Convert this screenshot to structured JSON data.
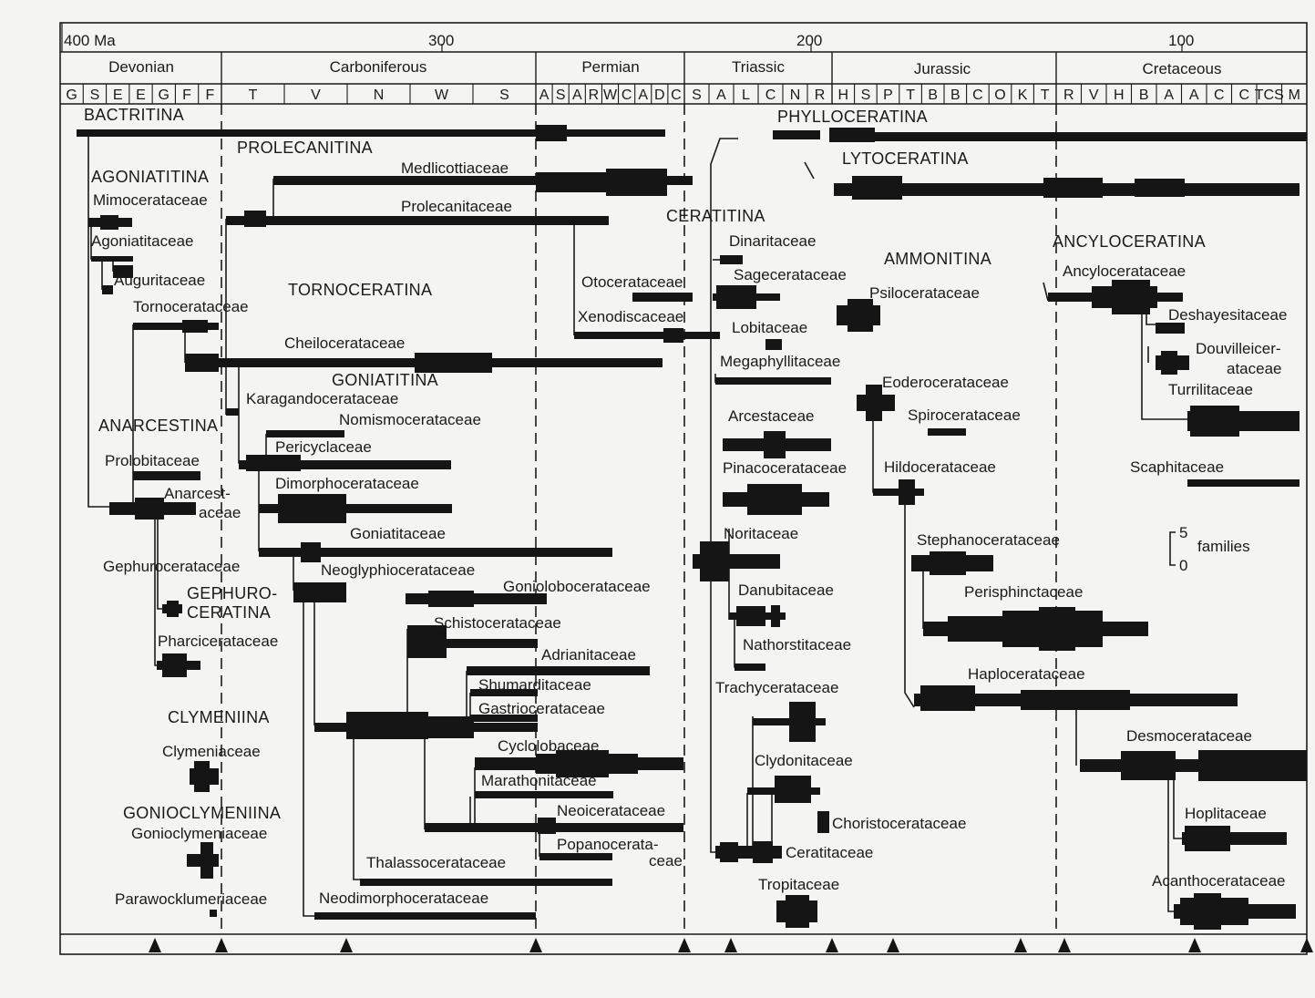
{
  "chart_data": {
    "type": "spindle-diagram",
    "age_labels": [
      "400 Ma",
      "300",
      "200",
      "100"
    ],
    "periods": [
      "Devonian",
      "Carboniferous",
      "Permian",
      "Triassic",
      "Jurassic",
      "Cretaceous"
    ],
    "stages": {
      "devonian": [
        "G",
        "S",
        "E",
        "E",
        "G",
        "F",
        "F"
      ],
      "carboniferous": [
        "T",
        "V",
        "N",
        "W",
        "S"
      ],
      "permian": [
        "A",
        "S",
        "A",
        "R",
        "W",
        "C",
        "A",
        "D",
        "C"
      ],
      "triassic": [
        "S",
        "A",
        "L",
        "C",
        "N",
        "R"
      ],
      "jurassic": [
        "H",
        "S",
        "P",
        "T",
        "B",
        "B",
        "C",
        "O",
        "K",
        "T"
      ],
      "cretaceous": [
        "R",
        "V",
        "H",
        "B",
        "A",
        "A",
        "C",
        "C",
        "TCS",
        "M"
      ]
    },
    "groups": {
      "bactritina": "BACTRITINA",
      "agoniatitina": "AGONIATITINA",
      "prolecanitina": "PROLECANITINA",
      "tornoceratina": "TORNOCERATINA",
      "goniatitina": "GONIATITINA",
      "anarcestina": "ANARCESTINA",
      "gephuro1": "GEPHURO-",
      "gephuro2": "CERATINA",
      "clymeniina": "CLYMENIINA",
      "gonioclymeniina": "GONIOCLYMENIINA",
      "phylloceratina": "PHYLLOCERATINA",
      "lytoceratina": "LYTOCERATINA",
      "ceratitina": "CERATITINA",
      "ammonitina": "AMMONITINA",
      "ancyloceratina": "ANCYLOCERATINA"
    },
    "families": {
      "mimoceratacea": "Mimocerataceae",
      "agoniatitacea": "Agoniatitaceae",
      "auguritacea": "Auguritaceae",
      "tornoceratacea": "Tornocerataceae",
      "cheiloceratacea": "Cheilocerataceae",
      "karagandoceratacea": "Karagandocerataceae",
      "nomismoceratacea": "Nomismocerataceae",
      "pericyclacea": "Pericyclaceae",
      "dimorphoceratacea": "Dimorphocerataceae",
      "goniatitacea": "Goniatitaceae",
      "neoglyphioceratacea": "Neoglyphiocerataceae",
      "gonioloboceratacea": "Goniolobocerataceae",
      "schistoceratacea": "Schistocerataceae",
      "adrianitacea": "Adrianitaceae",
      "shumarditacea": "Shumarditaceae",
      "gastrioceratacea": "Gastriocerataceae",
      "cyclolobacea": "Cyclolobaceae",
      "marathonitacea": "Marathonitaceae",
      "neoiceratacea": "Neoicerataceae",
      "popanoceratacea1": "Popanocerata-",
      "popanoceratacea2": "ceae",
      "thalassoceratacea": "Thalassocerataceae",
      "neodimorphoceratacea": "Neodimorphocerataceae",
      "medlicottiacea": "Medlicottiaceae",
      "prolecanitacea": "Prolecanitaceae",
      "otoceratacea": "Otocerataceae",
      "xenodiscacea": "Xenodiscaceae",
      "prolobitacea": "Prolobitaceae",
      "anarcestacea1": "Anarcest-",
      "anarcestacea2": "aceae",
      "gephuroceratacea": "Gephurocerataceae",
      "pharciceratacea": "Pharcicerataceae",
      "clymeniacea": "Clymeniaceae",
      "gonioclymeniacea": "Gonioclymeniaceae",
      "parawocklumeriacea": "Parawocklumeriaceae",
      "dinaritacea": "Dinaritaceae",
      "sageceratacea": "Sagecerataceae",
      "lobitacea": "Lobitaceae",
      "megaphyllitacea": "Megaphyllitaceae",
      "arcestacea": "Arcestaceae",
      "pinacoceratacea": "Pinacocerataceae",
      "noritacea": "Noritaceae",
      "danubitacea": "Danubitaceae",
      "nathorstitacea": "Nathorstitaceae",
      "trachyceratacea": "Trachycerataceae",
      "clydonitacea": "Clydonitaceae",
      "choristoceratacea": "Choristocerataceae",
      "ceratitacea": "Ceratitaceae",
      "tropitacea": "Tropitaceae",
      "psiloceratacea": "Psilocerataceae",
      "eodoceratacea": "Eoderocerataceae",
      "spiroceratacea": "Spirocerataceae",
      "hildoceratacea": "Hildocerataceae",
      "stephanoceratacea": "Stephanocerataceae",
      "perisphinctacea": "Perisphinctaceae",
      "haploceratacea": "Haplocerataceae",
      "ancyloceratacea": "Ancylocerataceae",
      "deshayesitacea": "Deshayesitaceae",
      "douvilleiceratacea1": "Douvilleicer-",
      "douvilleiceratacea2": "ataceae",
      "turrilitacea": "Turrilitaceae",
      "scaphitacea": "Scaphitaceae",
      "desmoceratacea": "Desmocerataceae",
      "hoplitacea": "Hoplitaceae",
      "acanthoceratacea": "Acanthocerataceae"
    },
    "scale": {
      "max": "5",
      "min": "0",
      "unit": "families"
    }
  }
}
